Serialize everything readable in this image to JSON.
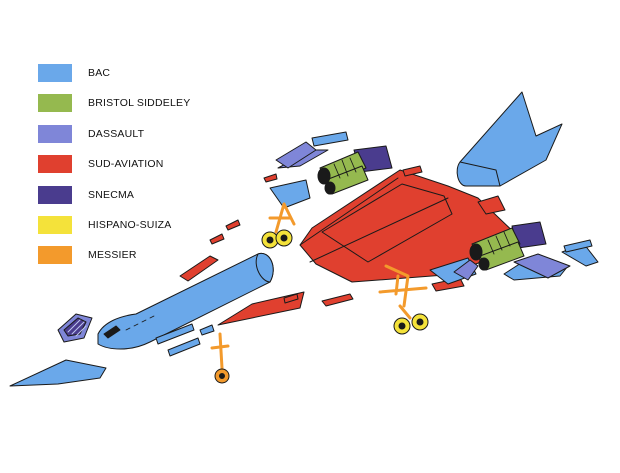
{
  "legend": {
    "items": [
      {
        "label": "BAC",
        "color": "#6aa8ea"
      },
      {
        "label": "BRISTOL SIDDELEY",
        "color": "#95b94f"
      },
      {
        "label": "DASSAULT",
        "color": "#7f86d8"
      },
      {
        "label": "SUD-AVIATION",
        "color": "#e0402f"
      },
      {
        "label": "SNECMA",
        "color": "#4a3c8e"
      },
      {
        "label": "HISPANO-SUIZA",
        "color": "#f4e23a"
      },
      {
        "label": "MESSIER",
        "color": "#f39a2c"
      }
    ]
  },
  "colors": {
    "bac": "#6aa8ea",
    "bristol": "#95b94f",
    "dassault": "#7f86d8",
    "sud": "#e0402f",
    "snecma": "#4a3c8e",
    "hispano": "#f4e23a",
    "messier": "#f39a2c",
    "outline": "#1a1a1a"
  }
}
